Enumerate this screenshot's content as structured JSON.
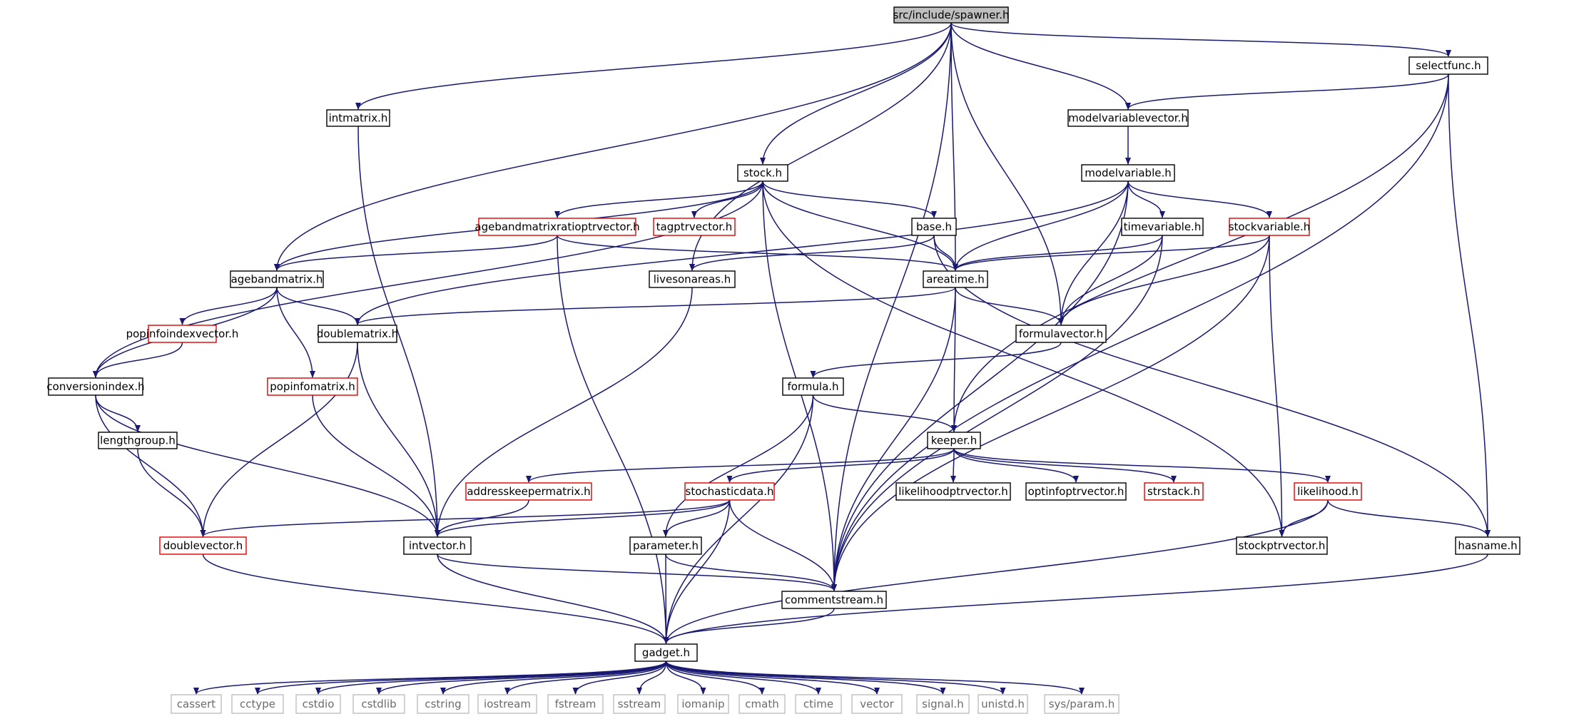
{
  "graph_title": "src/include/spawner.h",
  "colors": {
    "edge": "#191970",
    "node_border_normal": "#000000",
    "node_border_truncated": "#e00000",
    "node_border_system": "#bfbfbf",
    "root_fill": "#bfbfbf",
    "node_fill": "#ffffff"
  },
  "nodes": [
    {
      "id": "spawner",
      "label": "src/include/spawner.h",
      "kind": "root"
    },
    {
      "id": "intmatrix",
      "label": "intmatrix.h",
      "kind": "normal"
    },
    {
      "id": "selectfunc",
      "label": "selectfunc.h",
      "kind": "normal"
    },
    {
      "id": "modelvariablevector",
      "label": "modelvariablevector.h",
      "kind": "normal"
    },
    {
      "id": "stock",
      "label": "stock.h",
      "kind": "normal"
    },
    {
      "id": "modelvariable",
      "label": "modelvariable.h",
      "kind": "normal"
    },
    {
      "id": "agebandmatrixratioptrvector",
      "label": "agebandmatrixratioptrvector.h",
      "kind": "truncated"
    },
    {
      "id": "tagptrvector",
      "label": "tagptrvector.h",
      "kind": "truncated"
    },
    {
      "id": "base",
      "label": "base.h",
      "kind": "normal"
    },
    {
      "id": "timevariable",
      "label": "timevariable.h",
      "kind": "normal"
    },
    {
      "id": "stockvariable",
      "label": "stockvariable.h",
      "kind": "truncated"
    },
    {
      "id": "agebandmatrix",
      "label": "agebandmatrix.h",
      "kind": "normal"
    },
    {
      "id": "livesonareas",
      "label": "livesonareas.h",
      "kind": "normal"
    },
    {
      "id": "areatime",
      "label": "areatime.h",
      "kind": "normal"
    },
    {
      "id": "popinfoindexvector",
      "label": "popinfoindexvector.h",
      "kind": "truncated"
    },
    {
      "id": "doublematrix",
      "label": "doublematrix.h",
      "kind": "normal"
    },
    {
      "id": "formulavector",
      "label": "formulavector.h",
      "kind": "normal"
    },
    {
      "id": "conversionindex",
      "label": "conversionindex.h",
      "kind": "normal"
    },
    {
      "id": "popinfomatrix",
      "label": "popinfomatrix.h",
      "kind": "truncated"
    },
    {
      "id": "formula",
      "label": "formula.h",
      "kind": "normal"
    },
    {
      "id": "lengthgroup",
      "label": "lengthgroup.h",
      "kind": "normal"
    },
    {
      "id": "keeper",
      "label": "keeper.h",
      "kind": "normal"
    },
    {
      "id": "addresskeepermatrix",
      "label": "addresskeepermatrix.h",
      "kind": "truncated"
    },
    {
      "id": "stochasticdata",
      "label": "stochasticdata.h",
      "kind": "truncated"
    },
    {
      "id": "likelihoodptrvector",
      "label": "likelihoodptrvector.h",
      "kind": "normal"
    },
    {
      "id": "optinfoptrvector",
      "label": "optinfoptrvector.h",
      "kind": "normal"
    },
    {
      "id": "strstack",
      "label": "strstack.h",
      "kind": "truncated"
    },
    {
      "id": "likelihood",
      "label": "likelihood.h",
      "kind": "truncated"
    },
    {
      "id": "doublevector",
      "label": "doublevector.h",
      "kind": "truncated"
    },
    {
      "id": "intvector",
      "label": "intvector.h",
      "kind": "normal"
    },
    {
      "id": "parameter",
      "label": "parameter.h",
      "kind": "normal"
    },
    {
      "id": "stockptrvector",
      "label": "stockptrvector.h",
      "kind": "normal"
    },
    {
      "id": "hasname",
      "label": "hasname.h",
      "kind": "normal"
    },
    {
      "id": "commentstream",
      "label": "commentstream.h",
      "kind": "normal"
    },
    {
      "id": "gadget",
      "label": "gadget.h",
      "kind": "normal"
    },
    {
      "id": "cassert",
      "label": "cassert",
      "kind": "system"
    },
    {
      "id": "cctype",
      "label": "cctype",
      "kind": "system"
    },
    {
      "id": "cstdio",
      "label": "cstdio",
      "kind": "system"
    },
    {
      "id": "cstdlib",
      "label": "cstdlib",
      "kind": "system"
    },
    {
      "id": "cstring",
      "label": "cstring",
      "kind": "system"
    },
    {
      "id": "iostream",
      "label": "iostream",
      "kind": "system"
    },
    {
      "id": "fstream",
      "label": "fstream",
      "kind": "system"
    },
    {
      "id": "sstream",
      "label": "sstream",
      "kind": "system"
    },
    {
      "id": "iomanip",
      "label": "iomanip",
      "kind": "system"
    },
    {
      "id": "cmath",
      "label": "cmath",
      "kind": "system"
    },
    {
      "id": "ctime",
      "label": "ctime",
      "kind": "system"
    },
    {
      "id": "vector",
      "label": "vector",
      "kind": "system"
    },
    {
      "id": "signal",
      "label": "signal.h",
      "kind": "system"
    },
    {
      "id": "unistd",
      "label": "unistd.h",
      "kind": "system"
    },
    {
      "id": "sysparam",
      "label": "sys/param.h",
      "kind": "system"
    }
  ],
  "edges": [
    [
      "spawner",
      "intmatrix"
    ],
    [
      "spawner",
      "agebandmatrix"
    ],
    [
      "spawner",
      "livesonareas"
    ],
    [
      "spawner",
      "stock"
    ],
    [
      "spawner",
      "areatime"
    ],
    [
      "spawner",
      "formulavector"
    ],
    [
      "spawner",
      "modelvariablevector"
    ],
    [
      "spawner",
      "selectfunc"
    ],
    [
      "spawner",
      "commentstream"
    ],
    [
      "intmatrix",
      "intvector"
    ],
    [
      "selectfunc",
      "modelvariablevector"
    ],
    [
      "selectfunc",
      "keeper"
    ],
    [
      "selectfunc",
      "hasname"
    ],
    [
      "selectfunc",
      "commentstream"
    ],
    [
      "modelvariablevector",
      "modelvariable"
    ],
    [
      "modelvariable",
      "timevariable"
    ],
    [
      "modelvariable",
      "stockvariable"
    ],
    [
      "modelvariable",
      "areatime"
    ],
    [
      "modelvariable",
      "formulavector"
    ],
    [
      "modelvariable",
      "doublematrix"
    ],
    [
      "modelvariable",
      "commentstream"
    ],
    [
      "stock",
      "agebandmatrixratioptrvector"
    ],
    [
      "stock",
      "tagptrvector"
    ],
    [
      "stock",
      "base"
    ],
    [
      "stock",
      "agebandmatrix"
    ],
    [
      "stock",
      "conversionindex"
    ],
    [
      "stock",
      "areatime"
    ],
    [
      "stock",
      "commentstream"
    ],
    [
      "stock",
      "stockptrvector"
    ],
    [
      "agebandmatrixratioptrvector",
      "agebandmatrix"
    ],
    [
      "agebandmatrixratioptrvector",
      "areatime"
    ],
    [
      "agebandmatrixratioptrvector",
      "gadget"
    ],
    [
      "base",
      "areatime"
    ],
    [
      "base",
      "livesonareas"
    ],
    [
      "base",
      "hasname"
    ],
    [
      "timevariable",
      "areatime"
    ],
    [
      "timevariable",
      "formulavector"
    ],
    [
      "timevariable",
      "commentstream"
    ],
    [
      "stockvariable",
      "areatime"
    ],
    [
      "stockvariable",
      "formulavector"
    ],
    [
      "stockvariable",
      "stockptrvector"
    ],
    [
      "stockvariable",
      "commentstream"
    ],
    [
      "agebandmatrix",
      "doublematrix"
    ],
    [
      "agebandmatrix",
      "popinfoindexvector"
    ],
    [
      "agebandmatrix",
      "popinfomatrix"
    ],
    [
      "agebandmatrix",
      "conversionindex"
    ],
    [
      "livesonareas",
      "intvector"
    ],
    [
      "areatime",
      "doublematrix"
    ],
    [
      "areatime",
      "formulavector"
    ],
    [
      "areatime",
      "keeper"
    ],
    [
      "areatime",
      "commentstream"
    ],
    [
      "popinfoindexvector",
      "conversionindex"
    ],
    [
      "doublematrix",
      "doublevector"
    ],
    [
      "doublematrix",
      "intvector"
    ],
    [
      "formulavector",
      "formula"
    ],
    [
      "conversionindex",
      "lengthgroup"
    ],
    [
      "conversionindex",
      "doublevector"
    ],
    [
      "conversionindex",
      "intvector"
    ],
    [
      "popinfomatrix",
      "intvector"
    ],
    [
      "formula",
      "keeper"
    ],
    [
      "formula",
      "parameter"
    ],
    [
      "formula",
      "gadget"
    ],
    [
      "lengthgroup",
      "doublevector"
    ],
    [
      "keeper",
      "addresskeepermatrix"
    ],
    [
      "keeper",
      "stochasticdata"
    ],
    [
      "keeper",
      "likelihoodptrvector"
    ],
    [
      "keeper",
      "optinfoptrvector"
    ],
    [
      "keeper",
      "strstack"
    ],
    [
      "keeper",
      "likelihood"
    ],
    [
      "addresskeepermatrix",
      "intvector"
    ],
    [
      "stochasticdata",
      "doublevector"
    ],
    [
      "stochasticdata",
      "intvector"
    ],
    [
      "stochasticdata",
      "parameter"
    ],
    [
      "stochasticdata",
      "commentstream"
    ],
    [
      "stochasticdata",
      "gadget"
    ],
    [
      "likelihood",
      "stockptrvector"
    ],
    [
      "likelihood",
      "hasname"
    ],
    [
      "likelihood",
      "gadget"
    ],
    [
      "doublevector",
      "gadget"
    ],
    [
      "intvector",
      "commentstream"
    ],
    [
      "intvector",
      "gadget"
    ],
    [
      "parameter",
      "commentstream"
    ],
    [
      "parameter",
      "gadget"
    ],
    [
      "hasname",
      "gadget"
    ],
    [
      "commentstream",
      "gadget"
    ],
    [
      "gadget",
      "cassert"
    ],
    [
      "gadget",
      "cctype"
    ],
    [
      "gadget",
      "cstdio"
    ],
    [
      "gadget",
      "cstdlib"
    ],
    [
      "gadget",
      "cstring"
    ],
    [
      "gadget",
      "iostream"
    ],
    [
      "gadget",
      "fstream"
    ],
    [
      "gadget",
      "sstream"
    ],
    [
      "gadget",
      "iomanip"
    ],
    [
      "gadget",
      "cmath"
    ],
    [
      "gadget",
      "ctime"
    ],
    [
      "gadget",
      "vector"
    ],
    [
      "gadget",
      "signal"
    ],
    [
      "gadget",
      "unistd"
    ],
    [
      "gadget",
      "sysparam"
    ]
  ]
}
